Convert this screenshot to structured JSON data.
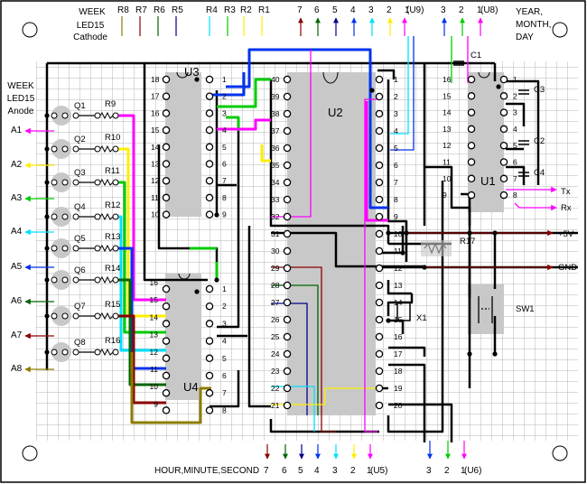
{
  "header": {
    "week": "WEEK",
    "led15": "LED15",
    "cathode": "Cathode",
    "anode": "Anode",
    "year": "YEAR,",
    "month": "MONTH,",
    "day": "DAY",
    "hms": "HOUR,MINUTE,SECOND"
  },
  "chips": {
    "u1": "U1",
    "u2": "U2",
    "u3": "U3",
    "u4": "U4"
  },
  "parts": {
    "sw1": "SW1",
    "x1": "X1",
    "r17": "R17",
    "c1": "C1",
    "c2": "C2",
    "c3": "C3",
    "c4": "C4",
    "transistors": [
      "Q1",
      "Q2",
      "Q3",
      "Q4",
      "Q5",
      "Q6",
      "Q7",
      "Q8"
    ],
    "resistors": [
      "R9",
      "R10",
      "R11",
      "R12",
      "R13",
      "R14",
      "R15",
      "R16"
    ]
  },
  "signals": {
    "tx": "Tx",
    "rx": "Rx",
    "v5": "+5V",
    "gnd": "GND"
  },
  "anode_outputs": [
    "A1",
    "A2",
    "A3",
    "A4",
    "A5",
    "A6",
    "A7",
    "A8"
  ],
  "top_cathode_labels": [
    "R8",
    "R7",
    "R6",
    "R5",
    "R4",
    "R3",
    "R2",
    "R1"
  ],
  "top_u9_labels": [
    "7",
    "6",
    "5",
    "4",
    "3",
    "2",
    "1",
    "(U9)"
  ],
  "top_u8_labels": [
    "3",
    "2",
    "1",
    "(U8)"
  ],
  "bottom_u5_labels": [
    "7",
    "6",
    "5",
    "4",
    "3",
    "2",
    "1",
    "(U5)"
  ],
  "bottom_u6_labels": [
    "3",
    "2",
    "1",
    "(U6)"
  ],
  "pins": {
    "u3_left": [
      "18",
      "17",
      "16",
      "15",
      "14",
      "13",
      "12",
      "11",
      "10"
    ],
    "u3_right": [
      "1",
      "2",
      "3",
      "4",
      "5",
      "6",
      "7",
      "8",
      "9"
    ],
    "u4_left": [
      "16",
      "15",
      "14",
      "13",
      "12",
      "11",
      "10",
      "9"
    ],
    "u4_right": [
      "1",
      "2",
      "3",
      "4",
      "5",
      "6",
      "7",
      "8"
    ],
    "u2_left": [
      "40",
      "39",
      "38",
      "37",
      "36",
      "35",
      "34",
      "33",
      "32",
      "31",
      "30",
      "29",
      "28",
      "27",
      "26",
      "25",
      "24",
      "23",
      "22",
      "21"
    ],
    "u2_right": [
      "1",
      "2",
      "3",
      "4",
      "5",
      "6",
      "7",
      "8",
      "9",
      "10",
      "11",
      "12",
      "13",
      "14",
      "15",
      "16",
      "17",
      "18",
      "19",
      "20"
    ],
    "u1_left": [
      "16",
      "15",
      "14",
      "13",
      "12",
      "11",
      "10",
      "9"
    ],
    "u1_right": [
      "1",
      "2",
      "3",
      "4",
      "5",
      "6",
      "7",
      "8"
    ]
  },
  "colors": {
    "bus_blue": "#0033ee",
    "green": "#00cc00",
    "magenta": "#ff00ff",
    "yellow": "#ffee00",
    "cyan": "#00e0ff",
    "dark_red": "#8b0000",
    "olive": "#8b7d00",
    "dark_green": "#006400",
    "navy": "#000088"
  }
}
